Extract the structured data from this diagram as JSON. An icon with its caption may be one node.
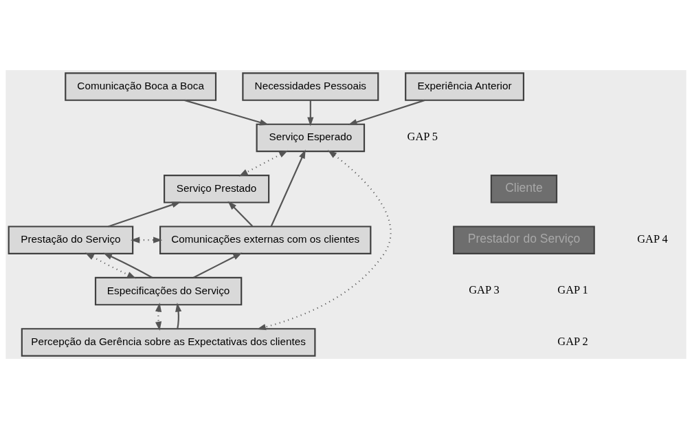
{
  "diagram": {
    "nodes": [
      {
        "text": [
          "Comunicação Boca a Boca"
        ]
      },
      {
        "text": [
          "Necessidades Pessoais"
        ]
      },
      {
        "text": [
          "Experiência Anterior"
        ]
      },
      {
        "text": [
          "Serviço Esperado"
        ]
      },
      {
        "text": [
          "Serviço Prestado"
        ]
      },
      {
        "text": [
          "Cliente"
        ]
      },
      {
        "text": [
          "Prestador do Serviço"
        ]
      },
      {
        "text": [
          "Prestação do Serviço"
        ]
      },
      {
        "text": [
          "Comunicações externas com os clientes"
        ]
      },
      {
        "text": [
          "Especificações do Serviço"
        ]
      },
      {
        "text": [
          "Percepção da Gerência sobre as Expectativas dos clientes"
        ]
      }
    ],
    "edges": [
      {
        "from": 0,
        "to": 3,
        "arrow": "to"
      },
      {
        "from": 1,
        "to": 3,
        "arrow": "to"
      },
      {
        "from": 2,
        "to": 3,
        "arrow": "to"
      },
      {
        "from": 10,
        "to": 3,
        "arrow": "both",
        "style": "dashed"
      },
      {
        "from": 3,
        "to": 4,
        "arrow": "both",
        "style": "dashed"
      },
      {
        "from": 8,
        "to": 3,
        "arrow": "to"
      },
      {
        "from": 8,
        "to": 4,
        "arrow": "to"
      },
      {
        "from": 7,
        "to": 4,
        "arrow": "to"
      },
      {
        "from": 7,
        "to": 8,
        "arrow": "both",
        "style": "dashed"
      },
      {
        "from": 9,
        "to": 7,
        "arrow": "both",
        "style": "dashed"
      },
      {
        "from": 9,
        "to": 7,
        "arrow": "to"
      },
      {
        "from": 9,
        "to": 8,
        "arrow": "to"
      },
      {
        "from": 10,
        "to": 9,
        "arrow": "both",
        "style": "dashed"
      },
      {
        "from": 10,
        "to": 9,
        "arrow": "to"
      }
    ],
    "labels": [
      "GAP 5",
      "GAP 4",
      "GAP 3",
      "GAP 1",
      "GAP 2"
    ]
  }
}
